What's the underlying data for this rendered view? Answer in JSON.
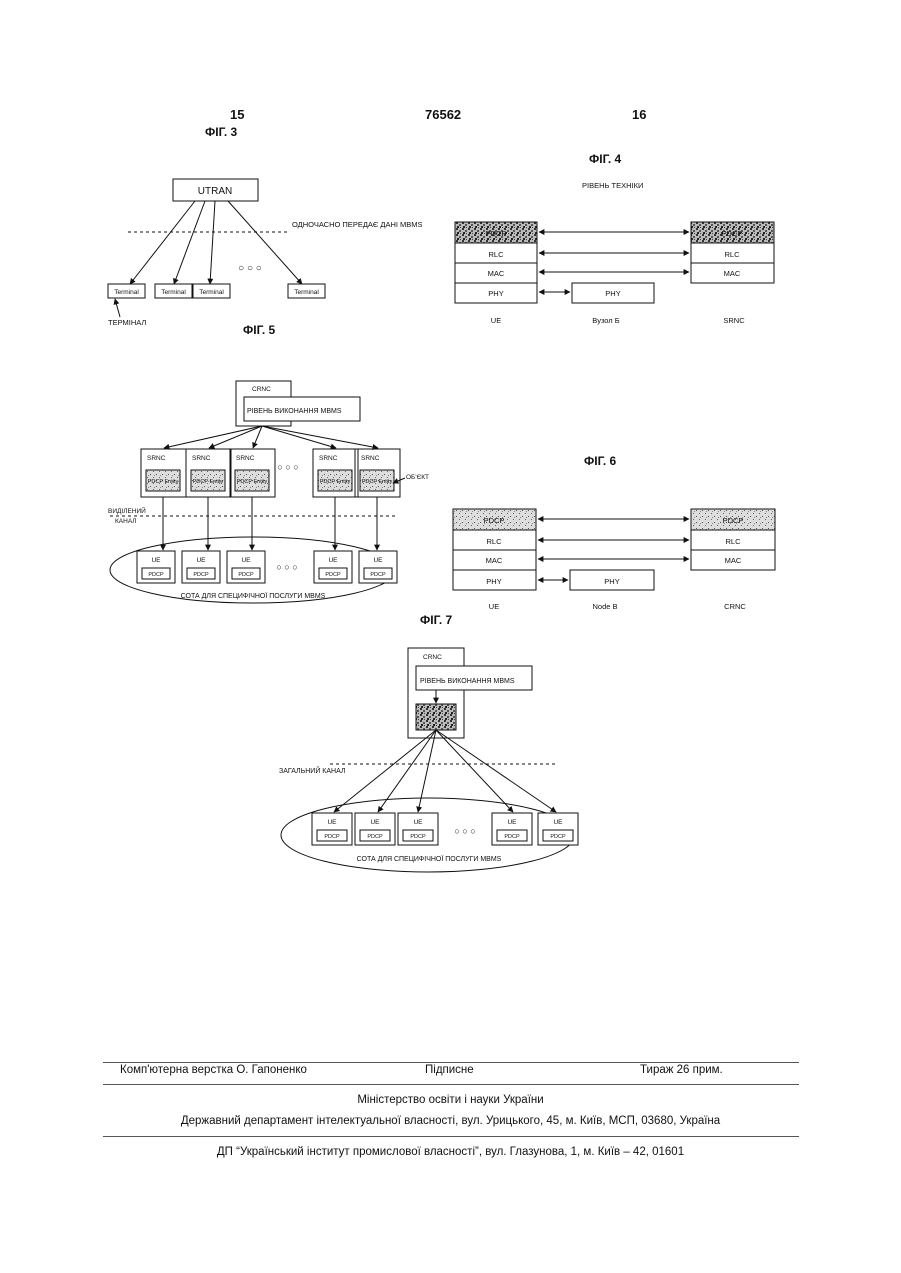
{
  "header": {
    "left_page": "15",
    "doc_number": "76562",
    "right_page": "16"
  },
  "fig3": {
    "title": "ФІГ. 3",
    "utran": "UTRAN",
    "note": "ОДНОЧАСНО ПЕРЕДАЄ ДАНІ MBMS",
    "terminal": "Terminal",
    "dots": "○ ○ ○",
    "terminal_label": "ТЕРМІНАЛ"
  },
  "fig4": {
    "title": "ФІГ. 4",
    "subtitle": "РІВЕНЬ ТЕХНІКИ",
    "pdcp": "PDCP",
    "rlc": "RLC",
    "mac": "MAC",
    "phy": "PHY",
    "ue": "UE",
    "node": "Вузол Б",
    "rnc": "SRNC"
  },
  "fig5": {
    "title": "ФІГ. 5",
    "crnc": "CRNC",
    "mbms_layer": "РІВЕНЬ ВИКОНАННЯ MBMS",
    "srnc": "SRNC",
    "entity": "PDCP Entity",
    "object_label": "ОБ'ЄКТ",
    "dedicated_line1": "ВИДІЛЕНИЙ",
    "dedicated_line2": "КАНАЛ",
    "ue": "UE",
    "pdcp": "PDCP",
    "dots": "○ ○ ○",
    "cell": "СОТА ДЛЯ СПЕЦИФІЧНОЇ ПОСЛУГИ MBMS"
  },
  "fig6": {
    "title": "ФІГ. 6",
    "pdcp": "PDCP",
    "rlc": "RLC",
    "mac": "MAC",
    "phy": "PHY",
    "ue": "UE",
    "node": "Node B",
    "rnc": "CRNC"
  },
  "fig7": {
    "title": "ФІГ. 7",
    "crnc": "CRNC",
    "mbms_layer": "РІВЕНЬ ВИКОНАННЯ MBMS",
    "common_channel": "ЗАГАЛЬНИЙ КАНАЛ",
    "ue": "UE",
    "pdcp": "PDCP",
    "dots": "○ ○ ○",
    "cell": "СОТА ДЛЯ СПЕЦИФІЧНОЇ ПОСЛУГИ MBMS"
  },
  "footer": {
    "typesetter": "Комп'ютерна верстка О. Гапоненко",
    "signed": "Підписне",
    "circulation": "Тираж 26 прим.",
    "ministry": "Міністерство освіти і науки України",
    "department": "Державний департамент інтелектуальної власності, вул. Урицького, 45, м. Київ, МСП, 03680, Україна",
    "institute": "ДП “Український інститут промислової власності”, вул. Глазунова, 1, м. Київ – 42, 01601"
  }
}
